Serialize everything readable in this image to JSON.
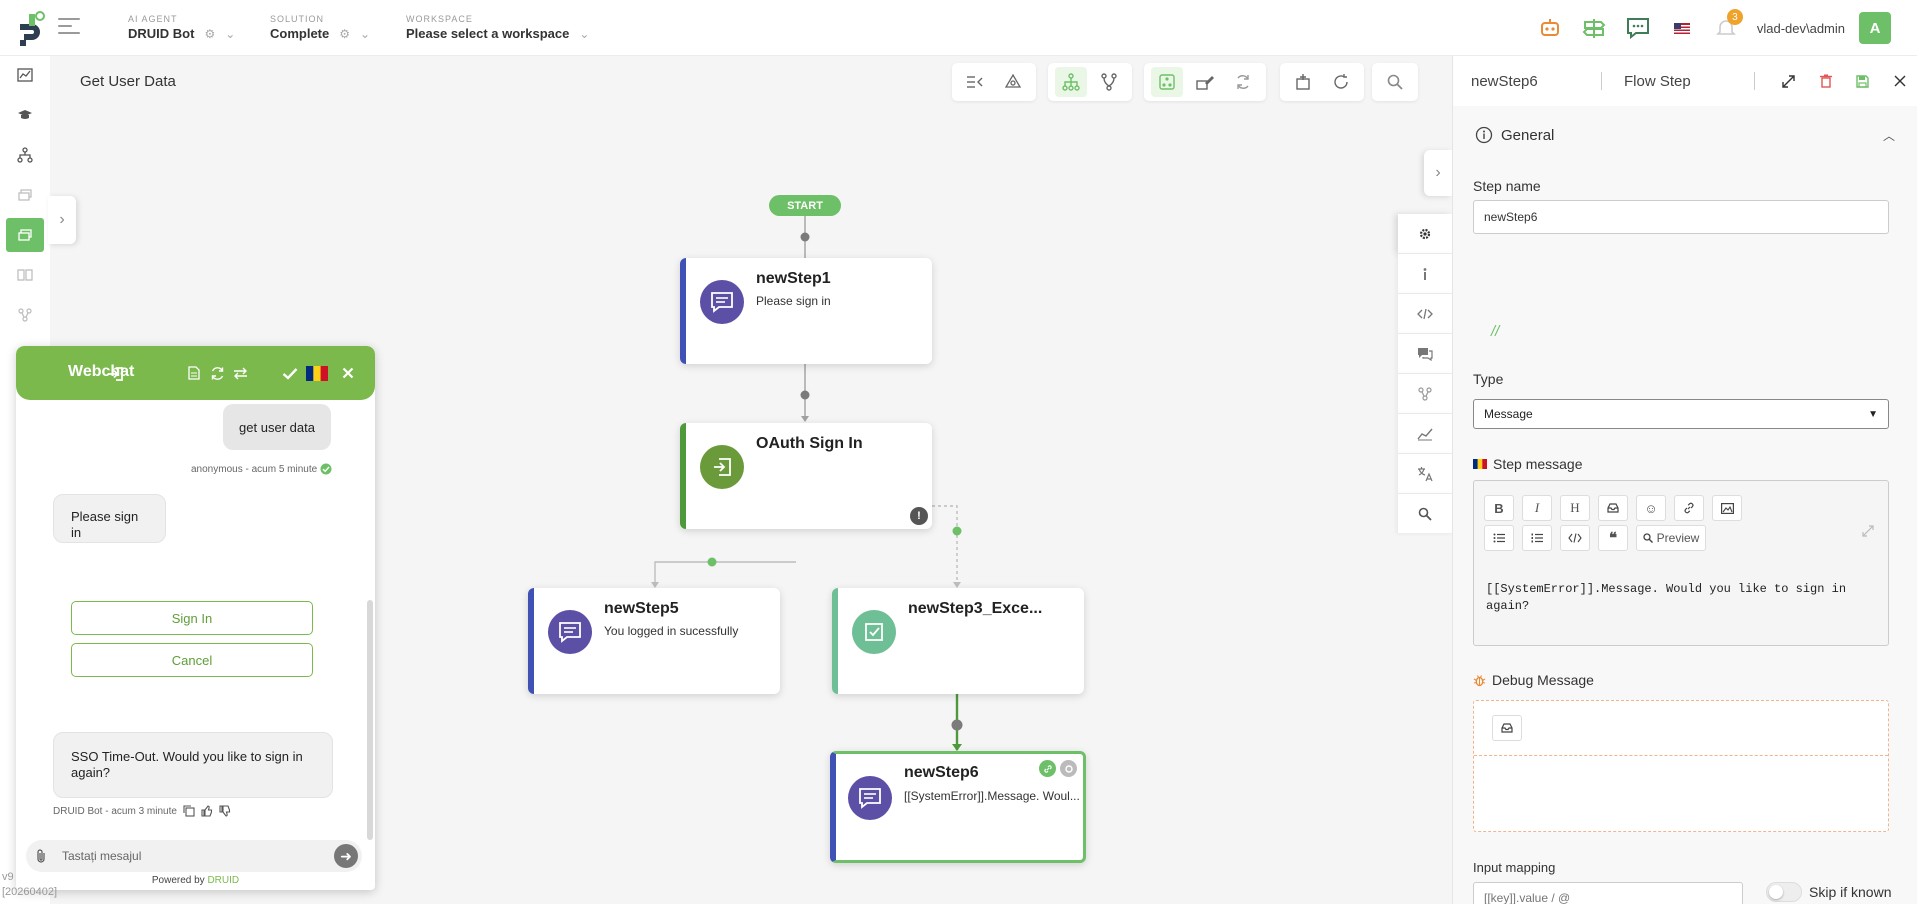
{
  "header": {
    "ai_agent": {
      "caption": "AI AGENT",
      "value": "DRUID Bot"
    },
    "solution": {
      "caption": "SOLUTION",
      "value": "Complete"
    },
    "workspace": {
      "caption": "WORKSPACE",
      "value": "Please select a workspace"
    },
    "notification_count": "3",
    "username": "vlad-dev\\admin",
    "avatar_letter": "A"
  },
  "canvas": {
    "flow_title": "Get User Data",
    "start_label": "START"
  },
  "nodes": [
    {
      "title": "newStep1",
      "text": "Please sign in"
    },
    {
      "title": "OAuth Sign In",
      "text": ""
    },
    {
      "title": "newStep5",
      "text": "You logged in sucessfully"
    },
    {
      "title": "newStep3_Exce...",
      "text": ""
    },
    {
      "title": "newStep6",
      "text": "[[SystemError]].Message. Woul..."
    }
  ],
  "panel": {
    "step_name_header": "newStep6",
    "step_type_header": "Flow Step",
    "section_general": "General",
    "step_name_label": "Step name",
    "step_name_value": "newStep6",
    "comment_mark": "//",
    "type_label": "Type",
    "type_value": "Message",
    "step_message_label": "Step message",
    "preview_label": "Preview",
    "step_message_text": "[[SystemError]].Message. Would you like to sign in again?",
    "debug_label": "Debug Message",
    "input_mapping_label": "Input mapping",
    "input_mapping_placeholder": "[[key]].value / @",
    "skip_if_known_label": "Skip if known"
  },
  "webchat": {
    "title": "Webchat",
    "user_message": "get user data",
    "user_meta": "anonymous - acum 5 minute",
    "bot_message_1": "Please sign in",
    "btn_sign_in": "Sign In",
    "btn_cancel": "Cancel",
    "bot_message_2": "SSO Time-Out. Would you like to sign in again?",
    "bot_meta": "DRUID Bot - acum 3 minute",
    "input_placeholder": "Tastați mesajul",
    "powered_by": "Powered by",
    "powered_brand": "DRUID"
  },
  "version": {
    "line1": "v9",
    "line2": "[20260402]"
  },
  "colors": {
    "brand_green": "#6dc067",
    "webchat_green": "#7cb94d",
    "message_node_blue": "#3f51b5",
    "oauth_node_green": "#4e9a3a",
    "exception_node_teal": "#6fbf96",
    "node_icon_purple": "#5c4fa6"
  }
}
